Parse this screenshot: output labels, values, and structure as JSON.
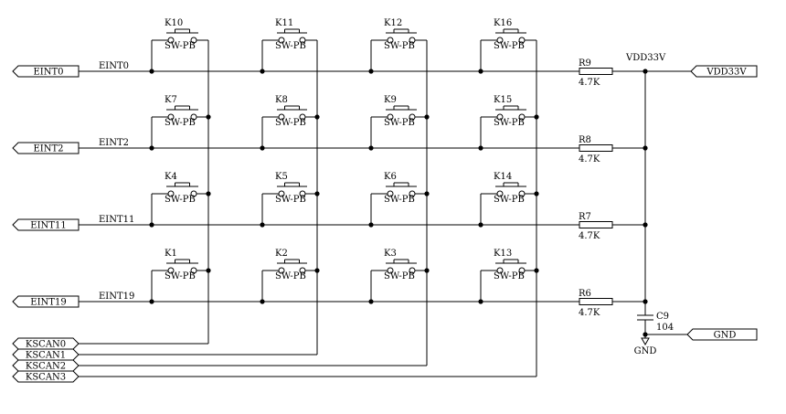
{
  "rows": [
    {
      "net": "EINT0",
      "port": "EINT0",
      "resistor": "R9",
      "value": "4.7K",
      "switches": [
        "K10",
        "K11",
        "K12",
        "K16"
      ]
    },
    {
      "net": "EINT2",
      "port": "EINT2",
      "resistor": "R8",
      "value": "4.7K",
      "switches": [
        "K7",
        "K8",
        "K9",
        "K15"
      ]
    },
    {
      "net": "EINT11",
      "port": "EINT11",
      "resistor": "R7",
      "value": "4.7K",
      "switches": [
        "K4",
        "K5",
        "K6",
        "K14"
      ]
    },
    {
      "net": "EINT19",
      "port": "EINT19",
      "resistor": "R6",
      "value": "4.7K",
      "switches": [
        "K1",
        "K2",
        "K3",
        "K13"
      ]
    }
  ],
  "switch_type": "SW-PB",
  "scan_ports": [
    "KSCAN0",
    "KSCAN1",
    "KSCAN2",
    "KSCAN3"
  ],
  "power": {
    "net_label": "VDD33V",
    "port": "VDD33V"
  },
  "capacitor": {
    "ref": "C9",
    "value": "104"
  },
  "ground": {
    "port": "GND",
    "symbol_label": "GND"
  }
}
